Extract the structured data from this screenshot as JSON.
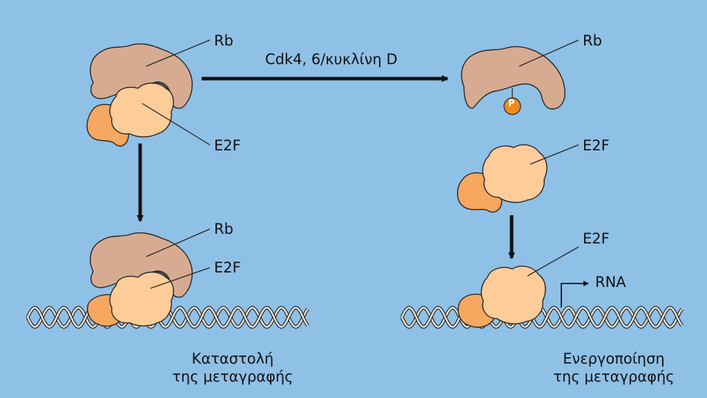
{
  "labels": {
    "rb": "Rb",
    "e2f": "E2F",
    "kinase": "Cdk4, 6/κυκλίνη D",
    "phosphate": "P",
    "rna": "RNA"
  },
  "captions": {
    "repression_line1": "Καταστολή",
    "repression_line2": "της μεταγραφής",
    "activation_line1": "Ενεργοποίηση",
    "activation_line2": "της μεταγραφής"
  },
  "colors": {
    "background": "#8fc0e6",
    "rb_protein": "#d6ab92",
    "e2f_protein": "#fdcc98",
    "e2f_partner": "#f6a760",
    "phosphate": "#f08a1e",
    "dna_strand": "#e2e0d8",
    "arrow": "#111111"
  }
}
